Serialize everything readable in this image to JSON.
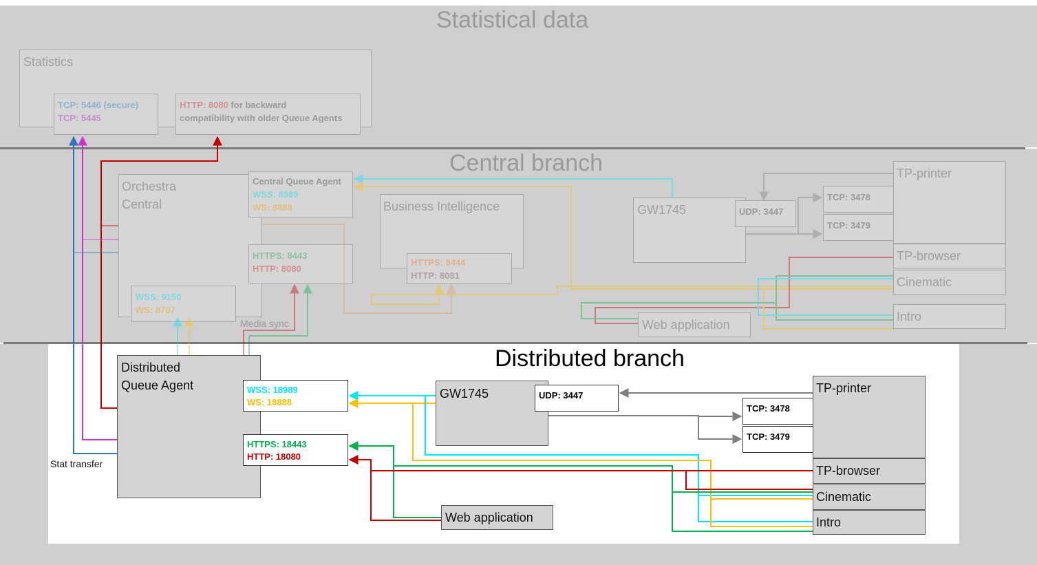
{
  "zones": {
    "statistical": "Statistical data",
    "central": "Central branch",
    "distributed": "Distributed branch"
  },
  "statistical": {
    "statistics_title": "Statistics",
    "tcp_secure": "TCP: 5446 (secure)",
    "tcp": "TCP: 5445",
    "http_prefix": "HTTP: 8080",
    "http_suffix": " for backward",
    "http_line2": "compatibility with older Queue Agents"
  },
  "central": {
    "orchestra_line1": "Orchestra",
    "orchestra_line2": "Central",
    "cqa_title": "Central Queue Agent",
    "cqa_wss": "WSS: 8989",
    "cqa_ws": "WS: 8888",
    "orch_https": "HTTPS: 8443",
    "orch_http": "HTTP: 8080",
    "orch_wss": "WSS: 9150",
    "orch_ws": "WS: 8787",
    "bi_title": "Business Intelligence",
    "bi_https": "HTTPS: 8444",
    "bi_http": "HTTP: 8081",
    "gw": "GW1745",
    "udp": "UDP: 3447",
    "tcp_a": "TCP: 3478",
    "tcp_b": "TCP: 3479",
    "tp_printer": "TP-printer",
    "tp_browser": "TP-browser",
    "cinematic": "Cinematic",
    "intro": "Intro",
    "web_app": "Web application",
    "media_sync": "Media sync"
  },
  "distributed": {
    "dqa_line1": "Distributed",
    "dqa_line2": "Queue Agent",
    "wss": "WSS: 18989",
    "ws": "WS: 18888",
    "https": "HTTPS: 18443",
    "http": "HTTP: 18080",
    "gw": "GW1745",
    "udp": "UDP: 3447",
    "tcp_a": "TCP: 3478",
    "tcp_b": "TCP: 3479",
    "tp_printer": "TP-printer",
    "tp_browser": "TP-browser",
    "cinematic": "Cinematic",
    "intro": "Intro",
    "web_app": "Web application",
    "stat_transfer": "Stat transfer"
  },
  "colors": {
    "wss": "#00e5ff",
    "ws": "#ffc000",
    "https": "#00b050",
    "http": "#c00000",
    "tcp_secure": "#2e75b6",
    "tcp": "#cc33cc",
    "gray": "#7f7f7f"
  }
}
